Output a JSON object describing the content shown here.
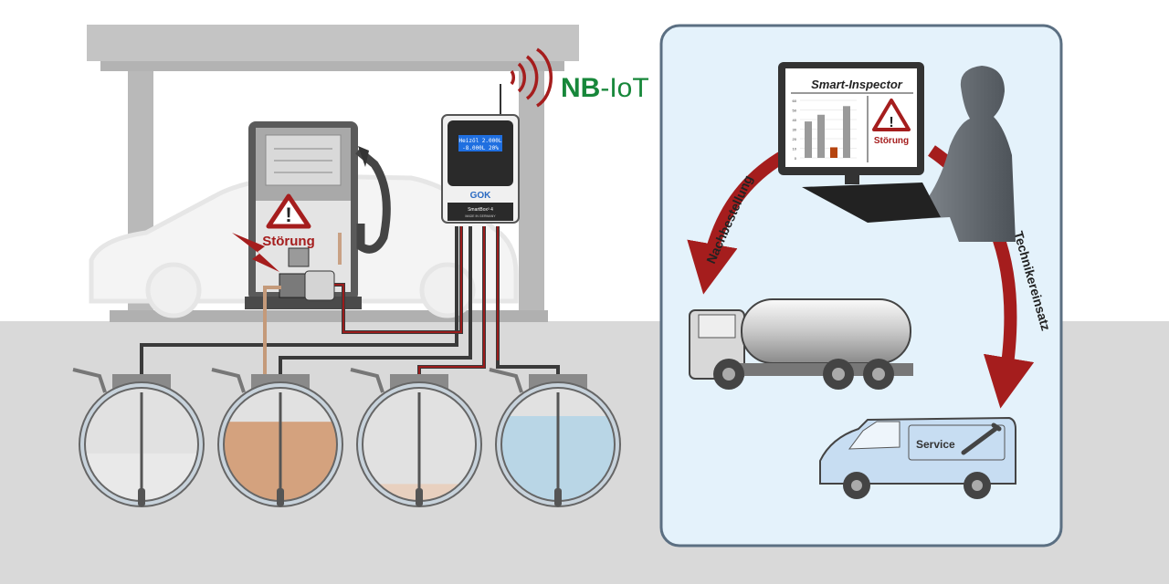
{
  "network": {
    "label_bold": "NB",
    "label_rest": "-IoT"
  },
  "smartbox": {
    "display_line1": "Heizöl  2.000L",
    "display_line2": "-8.000L   20%",
    "brand": "GOK",
    "model": "SmartBox³ 4",
    "subtitle": "MADE IN GERMANY"
  },
  "pump": {
    "alert_label": "Störung"
  },
  "monitor": {
    "title": "Smart-Inspector",
    "alert_label": "Störung",
    "chart_ticks": [
      "60",
      "50",
      "40",
      "30",
      "20",
      "10",
      "0"
    ],
    "chart_values": [
      38,
      45,
      11,
      54
    ]
  },
  "arrows": {
    "reorder": "Nachbestellung",
    "technician": "Technikereinsatz"
  },
  "van": {
    "label": "Service"
  },
  "tanks": [
    {
      "fill_level": 0.42,
      "color": "#e9e9e9"
    },
    {
      "fill_level": 0.7,
      "color": "#d4a27e"
    },
    {
      "fill_level": 0.15,
      "color": "#e8d0bf"
    },
    {
      "fill_level": 0.75,
      "color": "#b9d6e6"
    }
  ],
  "colors": {
    "alert_red": "#a51d1d",
    "iot_green": "#17873a",
    "panel_bg": "#e4f2fb",
    "ground": "#d9d9d9"
  }
}
